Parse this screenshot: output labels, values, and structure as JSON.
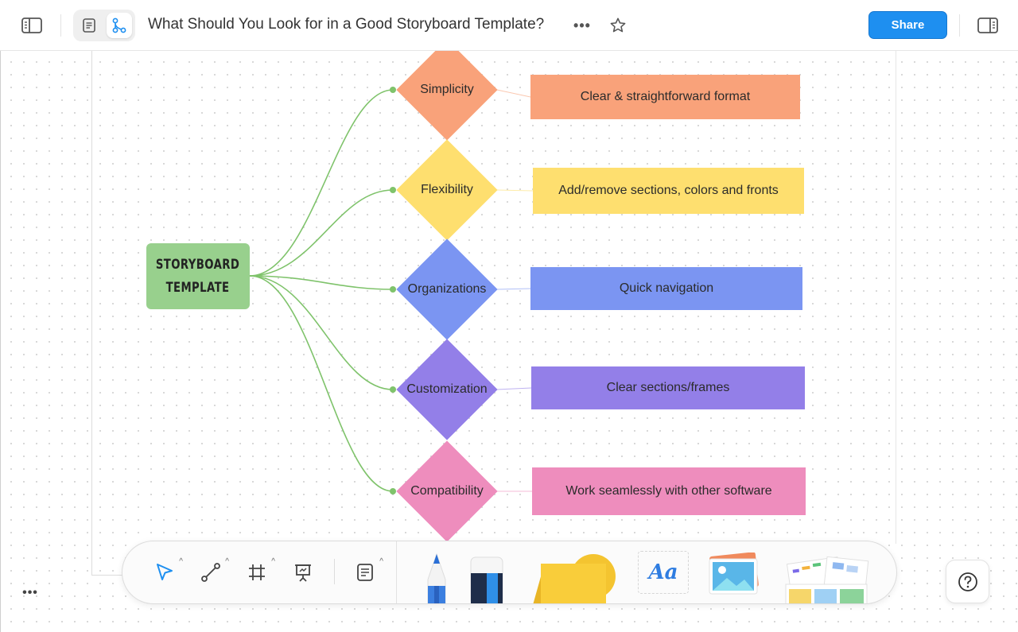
{
  "header": {
    "title": "What Should You Look for in a Good Storyboard Template?",
    "more_label": "•••",
    "share_label": "Share",
    "accent_color": "#1e8ff0"
  },
  "mindmap": {
    "root": {
      "label": "STORYBOARD\nTEMPLATE",
      "color": "#98d08d"
    },
    "connector_color": "#7fc36b",
    "branches": [
      {
        "label": "Simplicity",
        "detail": "Clear & straightforward format",
        "color": "#f9a27a"
      },
      {
        "label": "Flexibility",
        "detail": "Add/remove sections, colors and fronts",
        "color": "#fedf6f"
      },
      {
        "label": "Organizations",
        "detail": "Quick navigation",
        "color": "#7b95f2"
      },
      {
        "label": "Customization",
        "detail": "Clear sections/frames",
        "color": "#937fe8"
      },
      {
        "label": "Compatibility",
        "detail": "Work seamlessly with other software",
        "color": "#ee8dbd"
      }
    ]
  },
  "toolbar": {
    "tools": [
      {
        "name": "select-tool",
        "icon": "pointer-arrow-icon",
        "has_caret": true
      },
      {
        "name": "connector-tool",
        "icon": "connector-line-icon",
        "has_caret": true
      },
      {
        "name": "frame-tool",
        "icon": "frame-hash-icon",
        "has_caret": true
      },
      {
        "name": "presentation-tool",
        "icon": "presentation-icon",
        "has_caret": false
      },
      {
        "name": "sticky-note-tool",
        "icon": "note-icon",
        "has_caret": true
      }
    ],
    "assets": [
      {
        "name": "pen-tool",
        "icon": "pencil-icon"
      },
      {
        "name": "eraser-tool",
        "icon": "eraser-icon"
      },
      {
        "name": "shapes-tool",
        "icon": "shapes-icon"
      },
      {
        "name": "text-tool",
        "icon": "text-aa-icon",
        "label": "Aa"
      },
      {
        "name": "image-tool",
        "icon": "image-icon"
      },
      {
        "name": "templates-tool",
        "icon": "templates-icon"
      }
    ]
  },
  "footer": {
    "menu_label": "•••",
    "help_icon": "question-icon"
  }
}
